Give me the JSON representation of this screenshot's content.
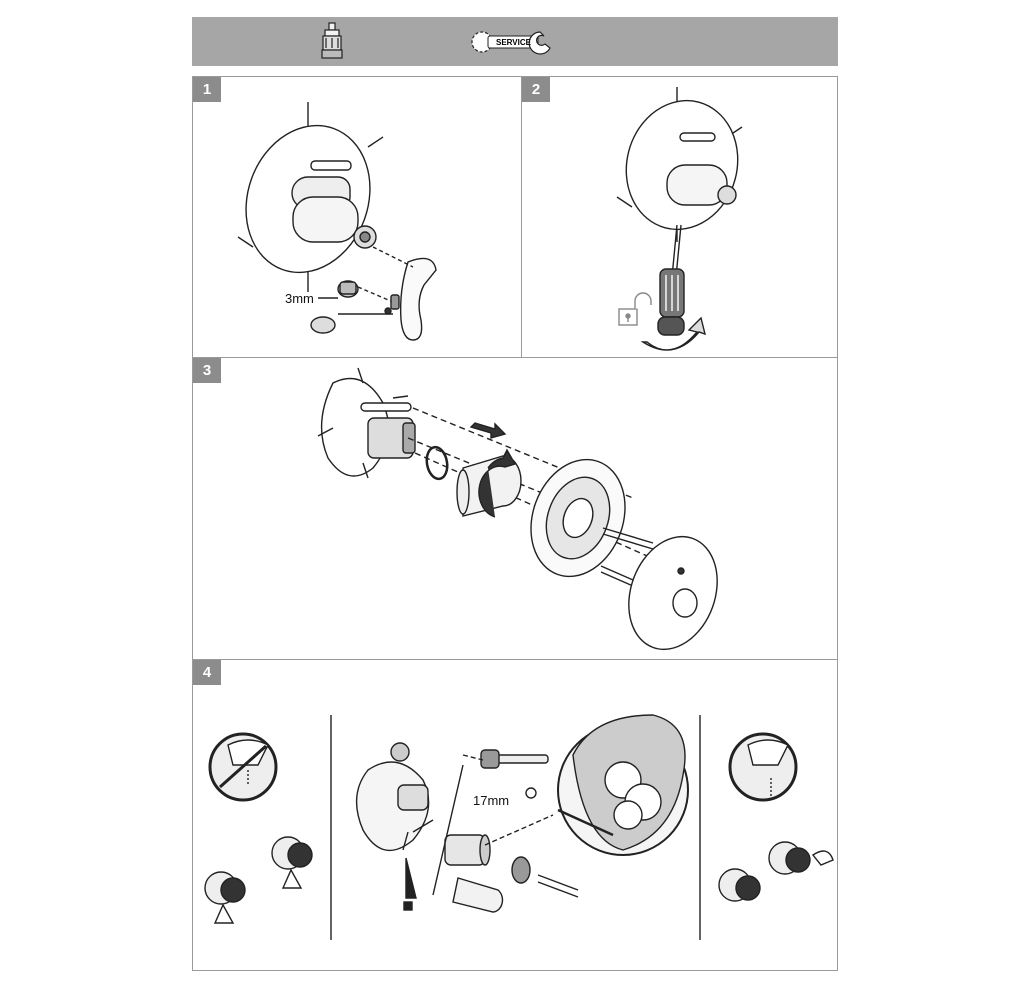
{
  "header": {
    "cartridge_icon": "cartridge-icon",
    "service_icon": "service-wrench-icon",
    "service_label": "SERVICE"
  },
  "steps": [
    {
      "number": "1",
      "labels": {
        "hex_size": "3mm"
      }
    },
    {
      "number": "2",
      "icons": [
        "screwdriver-icon",
        "unlock-icon",
        "rotate-arrow-icon"
      ]
    },
    {
      "number": "3",
      "icons": [
        "pull-arrow-icon",
        "rotate-arrow-icon"
      ]
    },
    {
      "number": "4",
      "labels": {
        "wrench_size": "17mm",
        "warning": "!"
      }
    }
  ],
  "colors": {
    "header_bg": "#a6a6a6",
    "badge_bg": "#8c8c8c",
    "border": "#9a9a9a",
    "line": "#222222"
  }
}
